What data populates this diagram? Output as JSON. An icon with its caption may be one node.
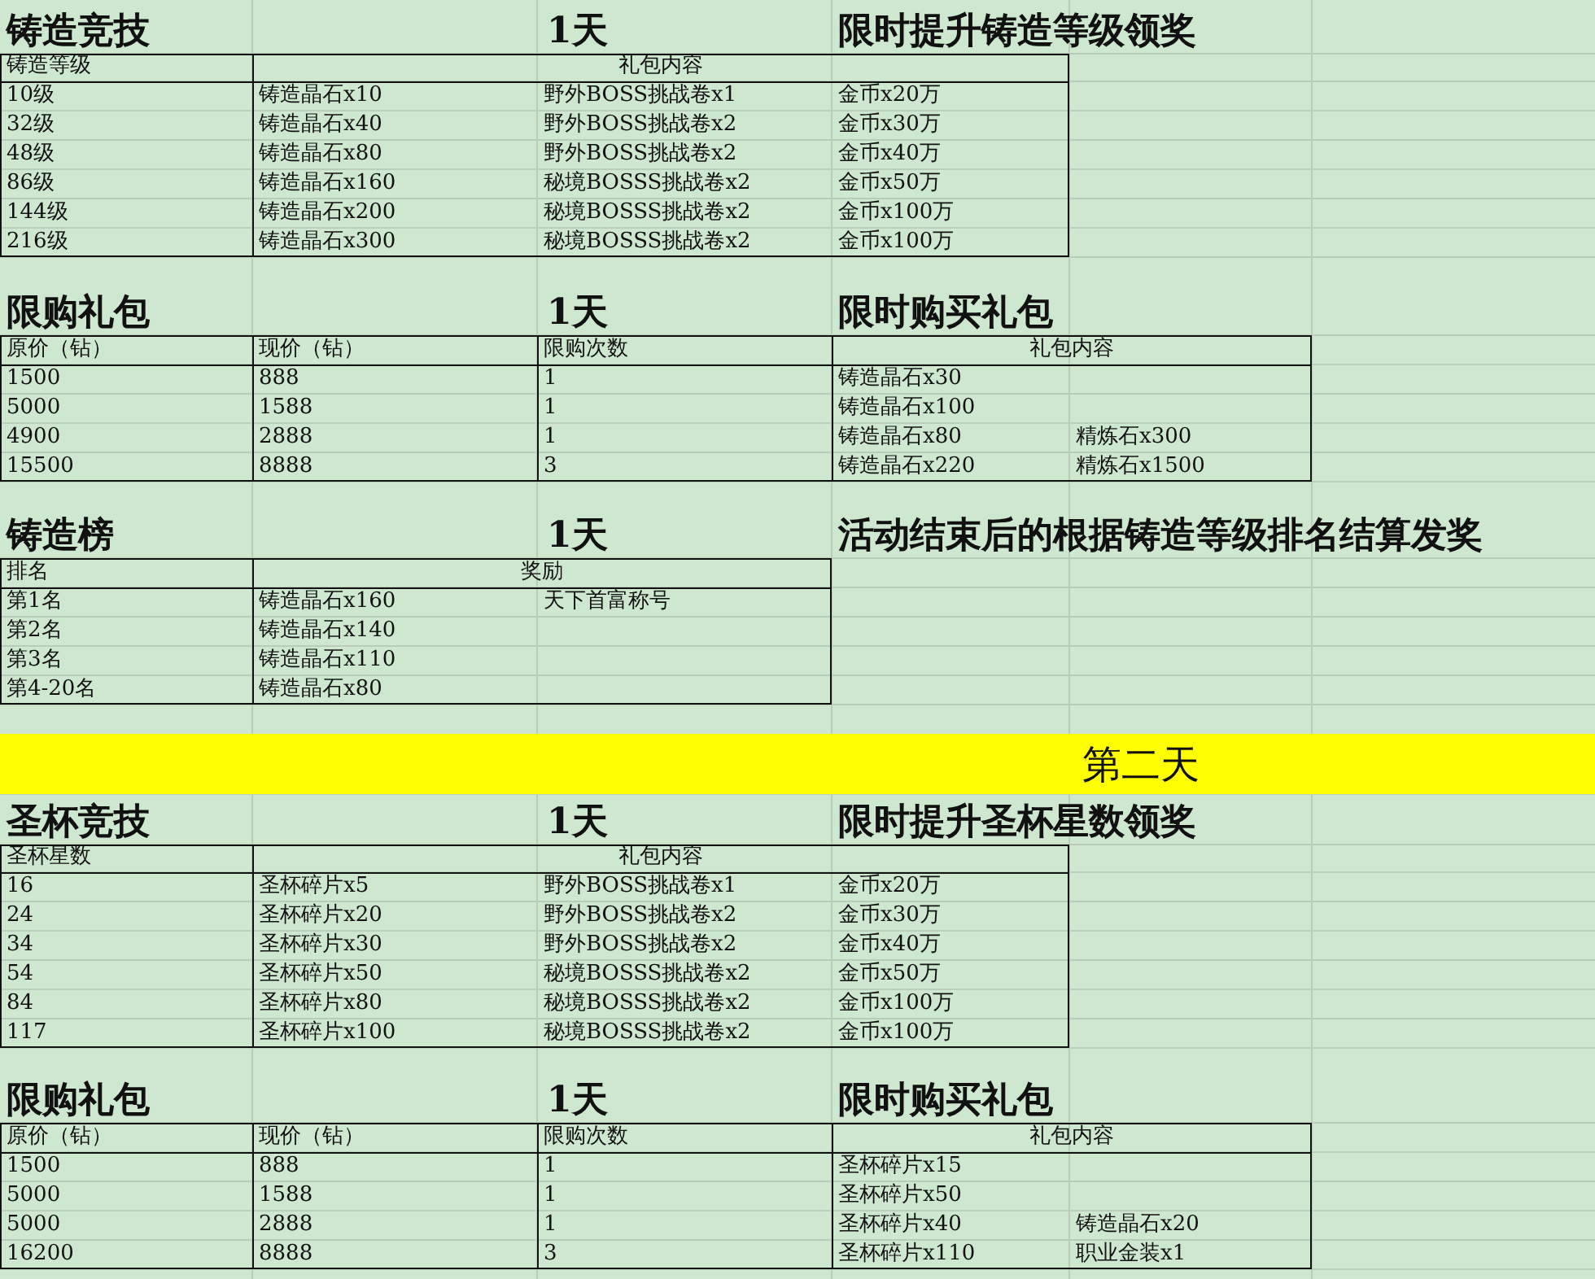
{
  "diagram": {
    "labels": [
      "铸造竞技",
      "1天",
      "限时提升铸造等级领奖",
      "铸造等级",
      "礼包内容",
      "10级",
      "铸造晶石x10",
      "野外BOSS挑战卷x1",
      "金币x20万",
      "32级",
      "铸造晶石x40",
      "野外BOSS挑战卷x2",
      "金币x30万",
      "48级",
      "铸造晶石x80",
      "野外BOSS挑战卷x2",
      "金币x40万",
      "86级",
      "铸造晶石x160",
      "秘境BOSSS挑战卷x2",
      "金币x50万",
      "144级",
      "铸造晶石x200",
      "秘境BOSSS挑战卷x2",
      "金币x100万",
      "216级",
      "铸造晶石x300",
      "秘境BOSSS挑战卷x2",
      "金币x100万",
      "限购礼包",
      "1天",
      "限时购买礼包",
      "原价（钻）",
      "现价（钻）",
      "限购次数",
      "礼包内容",
      "1500",
      "888",
      "1",
      "铸造晶石x30",
      "5000",
      "1588",
      "1",
      "铸造晶石x100",
      "4900",
      "2888",
      "1",
      "铸造晶石x80",
      "精炼石x300",
      "15500",
      "8888",
      "3",
      "铸造晶石x220",
      "精炼石x1500",
      "铸造榜",
      "1天",
      "活动结束后的根据铸造等级排名结算发奖",
      "排名",
      "奖励",
      "第1名",
      "铸造晶石x160",
      "天下首富称号",
      "第2名",
      "铸造晶石x140",
      "第3名",
      "铸造晶石x110",
      "第4-20名",
      "铸造晶石x80",
      "第二天",
      "圣杯竞技",
      "1天",
      "限时提升圣杯星数领奖",
      "圣杯星数",
      "礼包内容",
      "16",
      "圣杯碎片x5",
      "野外BOSS挑战卷x1",
      "金币x20万",
      "24",
      "圣杯碎片x20",
      "野外BOSS挑战卷x2",
      "金币x30万",
      "34",
      "圣杯碎片x30",
      "野外BOSS挑战卷x2",
      "金币x40万",
      "54",
      "圣杯碎片x50",
      "秘境BOSSS挑战卷x2",
      "金币x50万",
      "84",
      "圣杯碎片x80",
      "秘境BOSSS挑战卷x2",
      "金币x100万",
      "117",
      "圣杯碎片x100",
      "秘境BOSSS挑战卷x2",
      "金币x100万",
      "限购礼包",
      "1天",
      "限时购买礼包",
      "原价（钻）",
      "现价（钻）",
      "限购次数",
      "礼包内容",
      "1500",
      "888",
      "1",
      "圣杯碎片x15",
      "5000",
      "1588",
      "1",
      "圣杯碎片x50",
      "5000",
      "2888",
      "1",
      "圣杯碎片x40",
      "铸造晶石x20",
      "16200",
      "8888",
      "3",
      "圣杯碎片x110",
      "职业金装x1"
    ]
  }
}
